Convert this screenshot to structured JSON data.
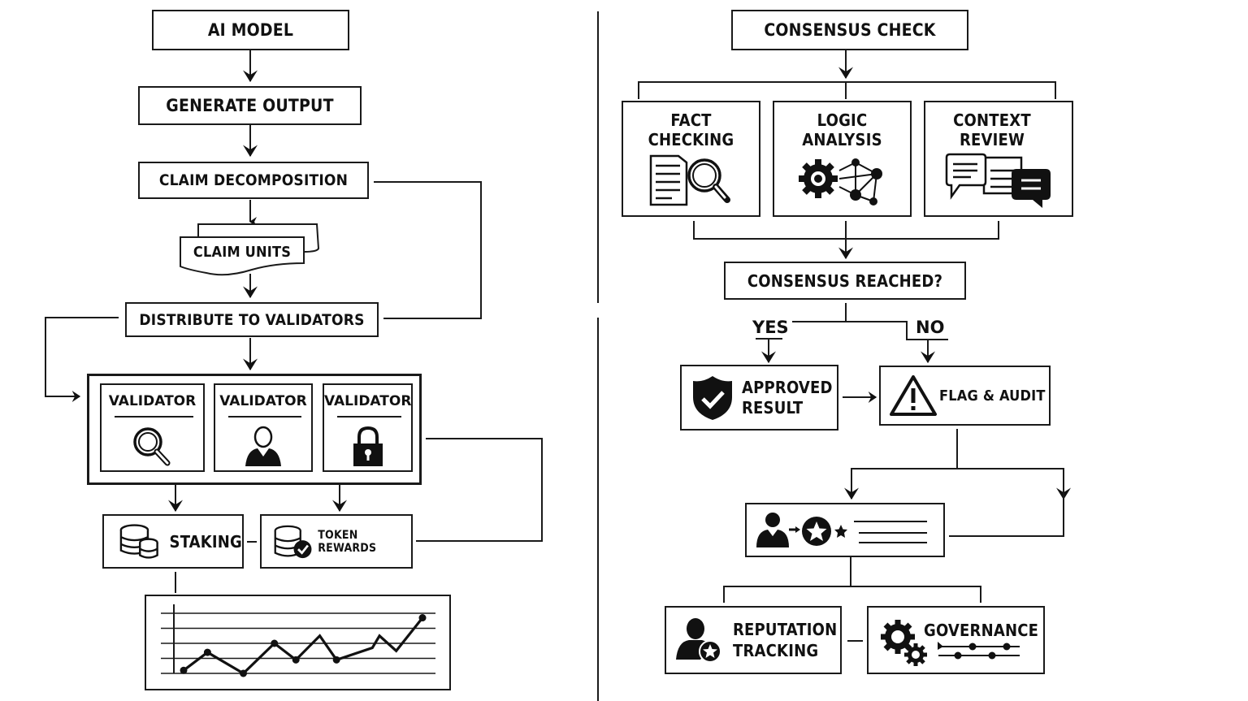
{
  "left_flow": {
    "ai_model": "AI MODEL",
    "generate_output": "GENERATE OUTPUT",
    "claim_decomposition": "CLAIM DECOMPOSITION",
    "claim_units": "CLAIM UNITS",
    "distribute": "DISTRIBUTE TO VALIDATORS",
    "validators": [
      {
        "label": "VALIDATOR",
        "icon": "magnifier-icon"
      },
      {
        "label": "VALIDATOR",
        "icon": "person-icon"
      },
      {
        "label": "VALIDATOR",
        "icon": "padlock-icon"
      }
    ],
    "staking": {
      "label": "STAKING",
      "icon": "coin-stack-icon"
    },
    "token_rewards": {
      "label": "TOKEN REWARDS",
      "icon": "coin-check-icon"
    },
    "trend_chart": {
      "type": "line",
      "gridlines": 5,
      "y_range": [
        0,
        4
      ],
      "values": [
        0.2,
        1.4,
        0,
        2.0,
        0.9,
        2.5,
        0.9,
        1.7,
        2.5,
        1.5,
        3.7
      ],
      "x": [
        0,
        1,
        2.5,
        3.8,
        4.7,
        5.7,
        6.4,
        7.9,
        8.2,
        8.9,
        10
      ],
      "markers_on": [
        0,
        1,
        2,
        3,
        4,
        6,
        10
      ]
    }
  },
  "right_flow": {
    "consensus_check": "CONSENSUS CHECK",
    "checks": [
      {
        "line1": "FACT",
        "line2": "CHECKING",
        "icon": "document-search-icon"
      },
      {
        "line1": "LOGIC",
        "line2": "ANALYSIS",
        "icon": "gear-network-icon"
      },
      {
        "line1": "CONTEXT",
        "line2": "REVIEW",
        "icon": "chat-bubbles-icon"
      }
    ],
    "consensus_reached": "CONSENSUS REACHED?",
    "yes": "YES",
    "no": "NO",
    "approved": {
      "line1": "APPROVED",
      "line2": "RESULT",
      "icon": "shield-check-icon"
    },
    "flag_audit": {
      "label": "FLAG & AUDIT",
      "icon": "warning-icon"
    },
    "reputation_update": {
      "icon": "person-to-star-icon"
    },
    "reputation_tracking": {
      "line1": "REPUTATION",
      "line2": "TRACKING",
      "icon": "person-star-icon"
    },
    "governance": {
      "label": "GOVERNANCE",
      "icon": "gears-sliders-icon"
    }
  }
}
